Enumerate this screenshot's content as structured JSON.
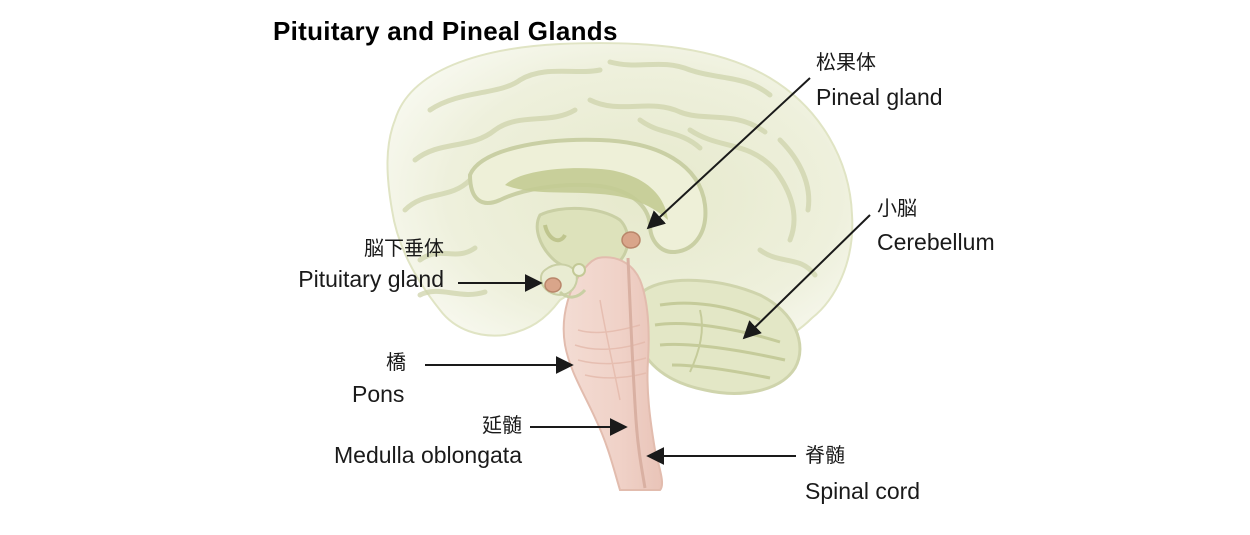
{
  "title": "Pituitary and Pineal Glands",
  "labels": {
    "pineal": {
      "ja": "松果体",
      "en": "Pineal gland"
    },
    "cerebellum": {
      "ja": "小脳",
      "en": "Cerebellum"
    },
    "pituitary": {
      "ja": "脳下垂体",
      "en": "Pituitary gland"
    },
    "pons": {
      "ja": "橋",
      "en": "Pons"
    },
    "medulla": {
      "ja": "延髄",
      "en": "Medulla oblongata"
    },
    "spinal": {
      "ja": "脊髄",
      "en": "Spinal cord"
    }
  },
  "colors": {
    "cortex": "#eef0dc",
    "gyri_lines": "#c9cfa4",
    "deep_structure": "#d4d9ae",
    "brainstem": "#f0d2c8",
    "gland": "#d9a58a",
    "arrow": "#1a1a1a"
  }
}
